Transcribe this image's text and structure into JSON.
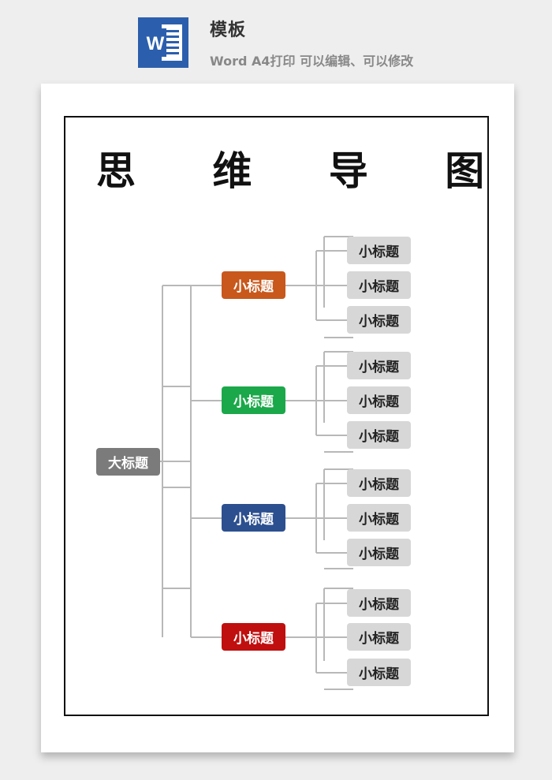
{
  "header": {
    "title": "模板",
    "subtitle": "Word A4打印 可以编辑、可以修改",
    "icon": "word-icon",
    "icon_letter": "W",
    "icon_color": "#2b5fad"
  },
  "document": {
    "title": "思 维 导 图"
  },
  "mindmap": {
    "root": "大标题",
    "root_color": "#7b7b7b",
    "branches": [
      {
        "label": "小标题",
        "color": "#c8581c",
        "children": [
          "小标题",
          "小标题",
          "小标题"
        ]
      },
      {
        "label": "小标题",
        "color": "#1ba84a",
        "children": [
          "小标题",
          "小标题",
          "小标题"
        ]
      },
      {
        "label": "小标题",
        "color": "#2c4f8f",
        "children": [
          "小标题",
          "小标题",
          "小标题"
        ]
      },
      {
        "label": "小标题",
        "color": "#c00f0f",
        "children": [
          "小标题",
          "小标题",
          "小标题"
        ]
      }
    ],
    "leaf_color": "#d7d7d7"
  }
}
